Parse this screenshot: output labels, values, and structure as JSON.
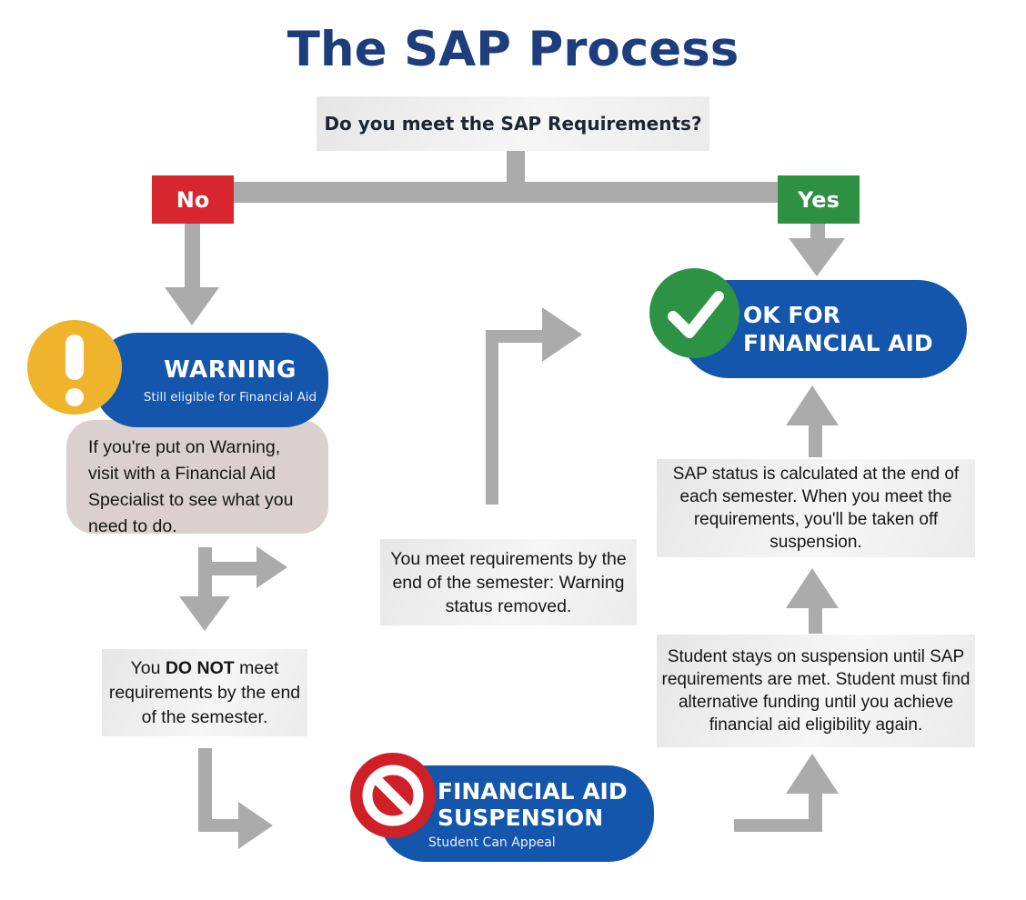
{
  "title": "The SAP Process",
  "question": "Do you meet the SAP Requirements?",
  "branch": {
    "no": "No",
    "yes": "Yes"
  },
  "warning": {
    "title": "WARNING",
    "subtitle": "Still eligible for Financial Aid",
    "icon": "exclamation-icon",
    "note": "If you're put on Warning, visit with a Financial Aid Specialist to see what you need to do."
  },
  "ok": {
    "line1": "OK FOR",
    "line2": "FINANCIAL AID",
    "icon": "checkmark-icon"
  },
  "suspension": {
    "line1": "FINANCIAL AID",
    "line2": "SUSPENSION",
    "subtitle": "Student Can Appeal",
    "icon": "no-entry-icon"
  },
  "notes": {
    "do_not": {
      "pre": "You ",
      "bold": "DO NOT",
      "post": " meet requirements by the end of the semester."
    },
    "meet": "You meet requirements by the end of the semester: Warning status removed.",
    "sap_status": "SAP status is calculated at the end of each semester. When you meet the requirements, you'll be taken off suspension.",
    "stays": "Student stays on suspension until SAP requirements are met. Student must find alternative funding until you achieve financial aid eligibility again."
  },
  "colors": {
    "title_navy": "#1e3d7c",
    "pill_blue": "#1356ac",
    "no_red": "#d7262d",
    "yes_green": "#2e9142",
    "warning_yellow": "#f0b32c",
    "check_green": "#2e9245",
    "prohibit_red": "#cf2027",
    "arrow_gray": "#ababab",
    "note_gray": "#ececec",
    "note_pink": "#d9d0cf"
  }
}
